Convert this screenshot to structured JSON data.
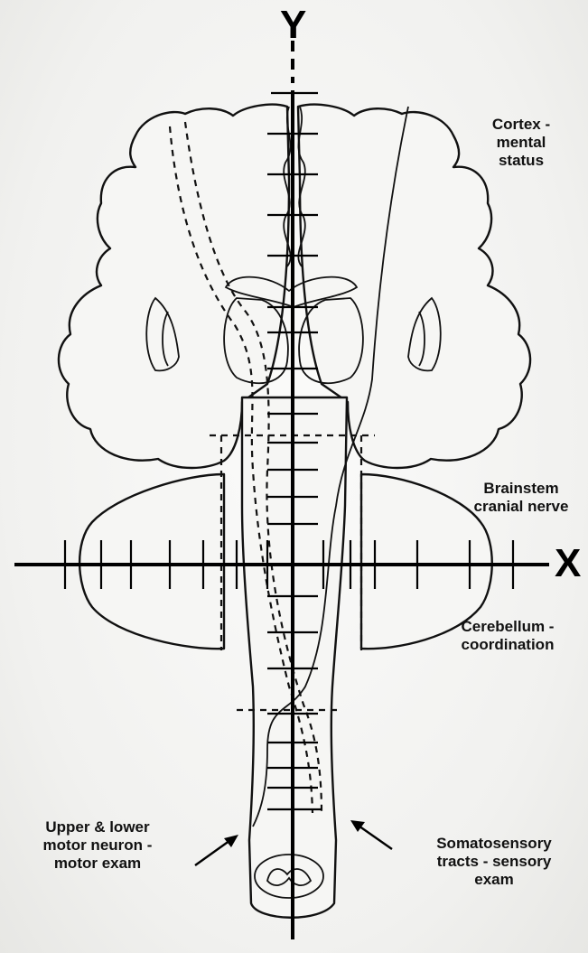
{
  "axes": {
    "y_label": "Y",
    "x_label": "X"
  },
  "labels": {
    "cortex": [
      "Cortex -",
      "mental",
      "status"
    ],
    "brainstem": [
      "Brainstem",
      "cranial nerve"
    ],
    "cerebellum": [
      "Cerebellum -",
      "coordination"
    ],
    "motor": [
      "Upper & lower",
      "motor neuron -",
      "motor exam"
    ],
    "sensory": [
      "Somatosensory",
      "tracts - sensory",
      "exam"
    ]
  }
}
